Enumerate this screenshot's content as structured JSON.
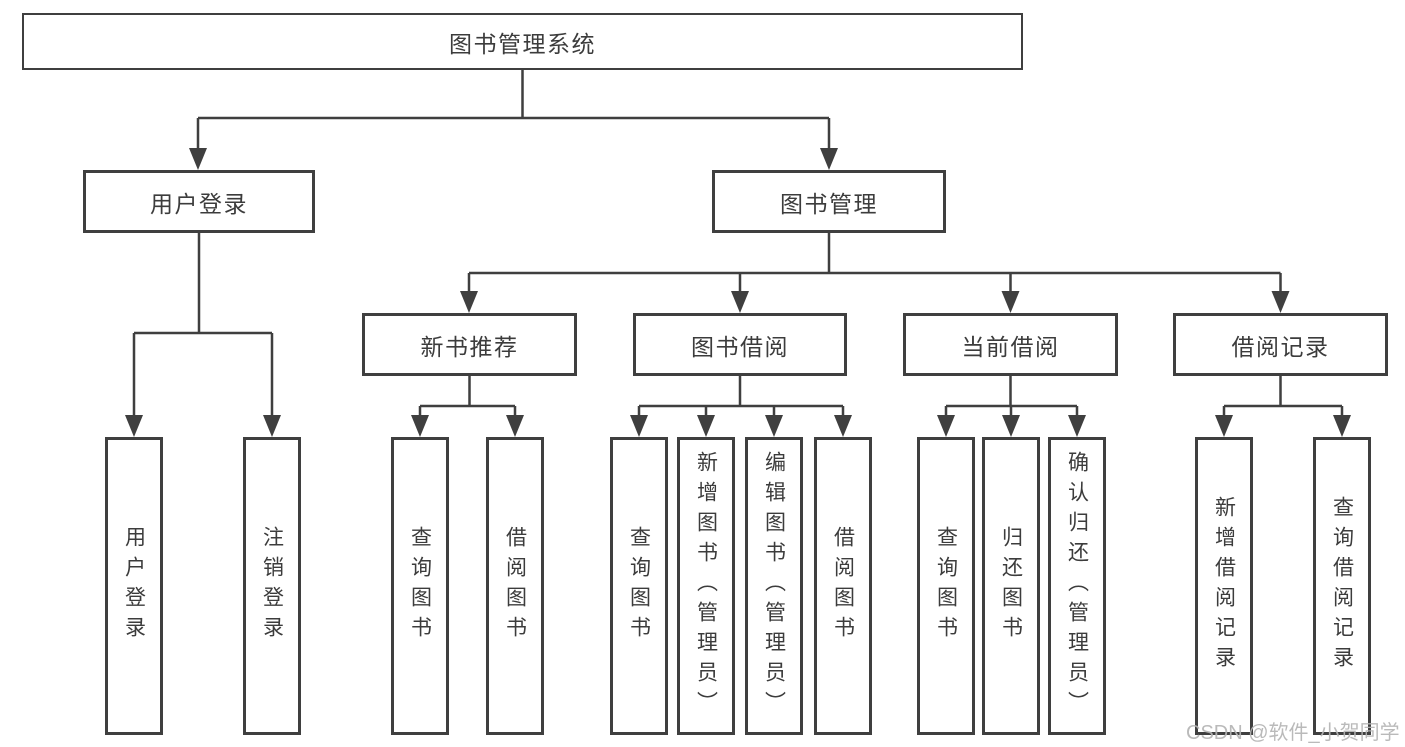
{
  "diagram": {
    "type": "tree",
    "watermark": "CSDN @软件_小贺同学",
    "colors": {
      "line": "#3f3f3f",
      "box_border": "#3f3f3f",
      "text": "#3c3c3c",
      "watermark": "#b5b5b5",
      "background": "#ffffff"
    },
    "nodes": {
      "root": {
        "label": "图书管理系统"
      },
      "level2": [
        {
          "label": "用户登录",
          "parent": "图书管理系统"
        },
        {
          "label": "图书管理",
          "parent": "图书管理系统"
        }
      ],
      "level3": [
        {
          "label": "新书推荐",
          "parent": "图书管理"
        },
        {
          "label": "图书借阅",
          "parent": "图书管理"
        },
        {
          "label": "当前借阅",
          "parent": "图书管理"
        },
        {
          "label": "借阅记录",
          "parent": "图书管理"
        }
      ],
      "leaves": [
        {
          "label": "用户登录",
          "parent": "用户登录"
        },
        {
          "label": "注销登录",
          "parent": "用户登录"
        },
        {
          "label": "查询图书",
          "parent": "新书推荐"
        },
        {
          "label": "借阅图书",
          "parent": "新书推荐"
        },
        {
          "label": "查询图书",
          "parent": "图书借阅"
        },
        {
          "label": "新增图书（管理员）",
          "parent": "图书借阅"
        },
        {
          "label": "编辑图书（管理员）",
          "parent": "图书借阅"
        },
        {
          "label": "借阅图书",
          "parent": "图书借阅"
        },
        {
          "label": "查询图书",
          "parent": "当前借阅"
        },
        {
          "label": "归还图书",
          "parent": "当前借阅"
        },
        {
          "label": "确认归还（管理员）",
          "parent": "当前借阅"
        },
        {
          "label": "新增借阅记录",
          "parent": "借阅记录"
        },
        {
          "label": "查询借阅记录",
          "parent": "借阅记录"
        }
      ]
    }
  }
}
